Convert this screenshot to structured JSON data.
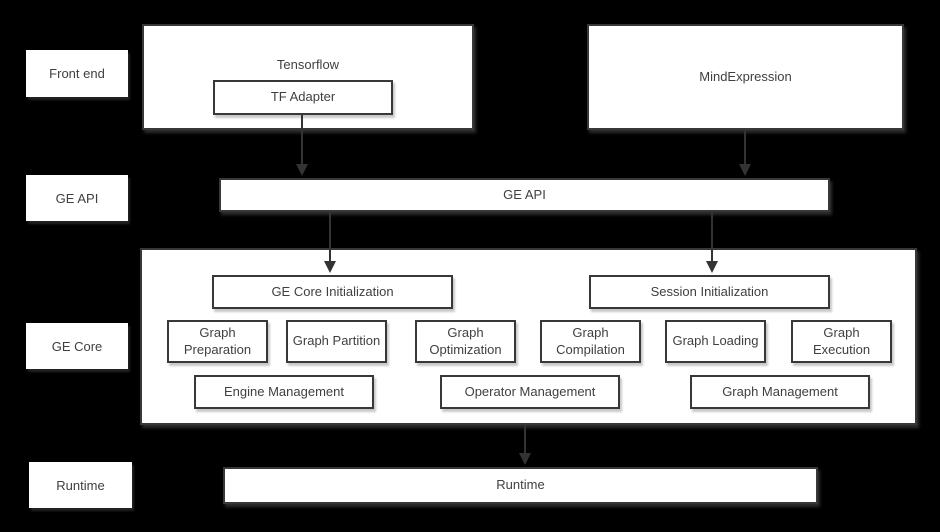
{
  "colors": {
    "background": "#000000",
    "box_fill": "#ffffff",
    "box_border": "#383838",
    "text": "#404040",
    "arrow": "#333333"
  },
  "side_labels": {
    "front_end": "Front end",
    "ge_api": "GE API",
    "ge_core": "GE Core",
    "runtime": "Runtime"
  },
  "front_end": {
    "tensorflow_label": "Tensorflow",
    "tf_adapter_label": "TF Adapter",
    "mindexpression_label": "MindExpression"
  },
  "ge_api": {
    "bar_label": "GE API"
  },
  "ge_core": {
    "ge_core_initialization_label": "GE Core Initialization",
    "session_initialization_label": "Session Initialization",
    "modules": [
      "Graph Preparation",
      "Graph Partition",
      "Graph Optimization",
      "Graph Compilation",
      "Graph Loading",
      "Graph Execution"
    ],
    "management": [
      "Engine Management",
      "Operator Management",
      "Graph Management"
    ]
  },
  "runtime": {
    "bar_label": "Runtime"
  }
}
